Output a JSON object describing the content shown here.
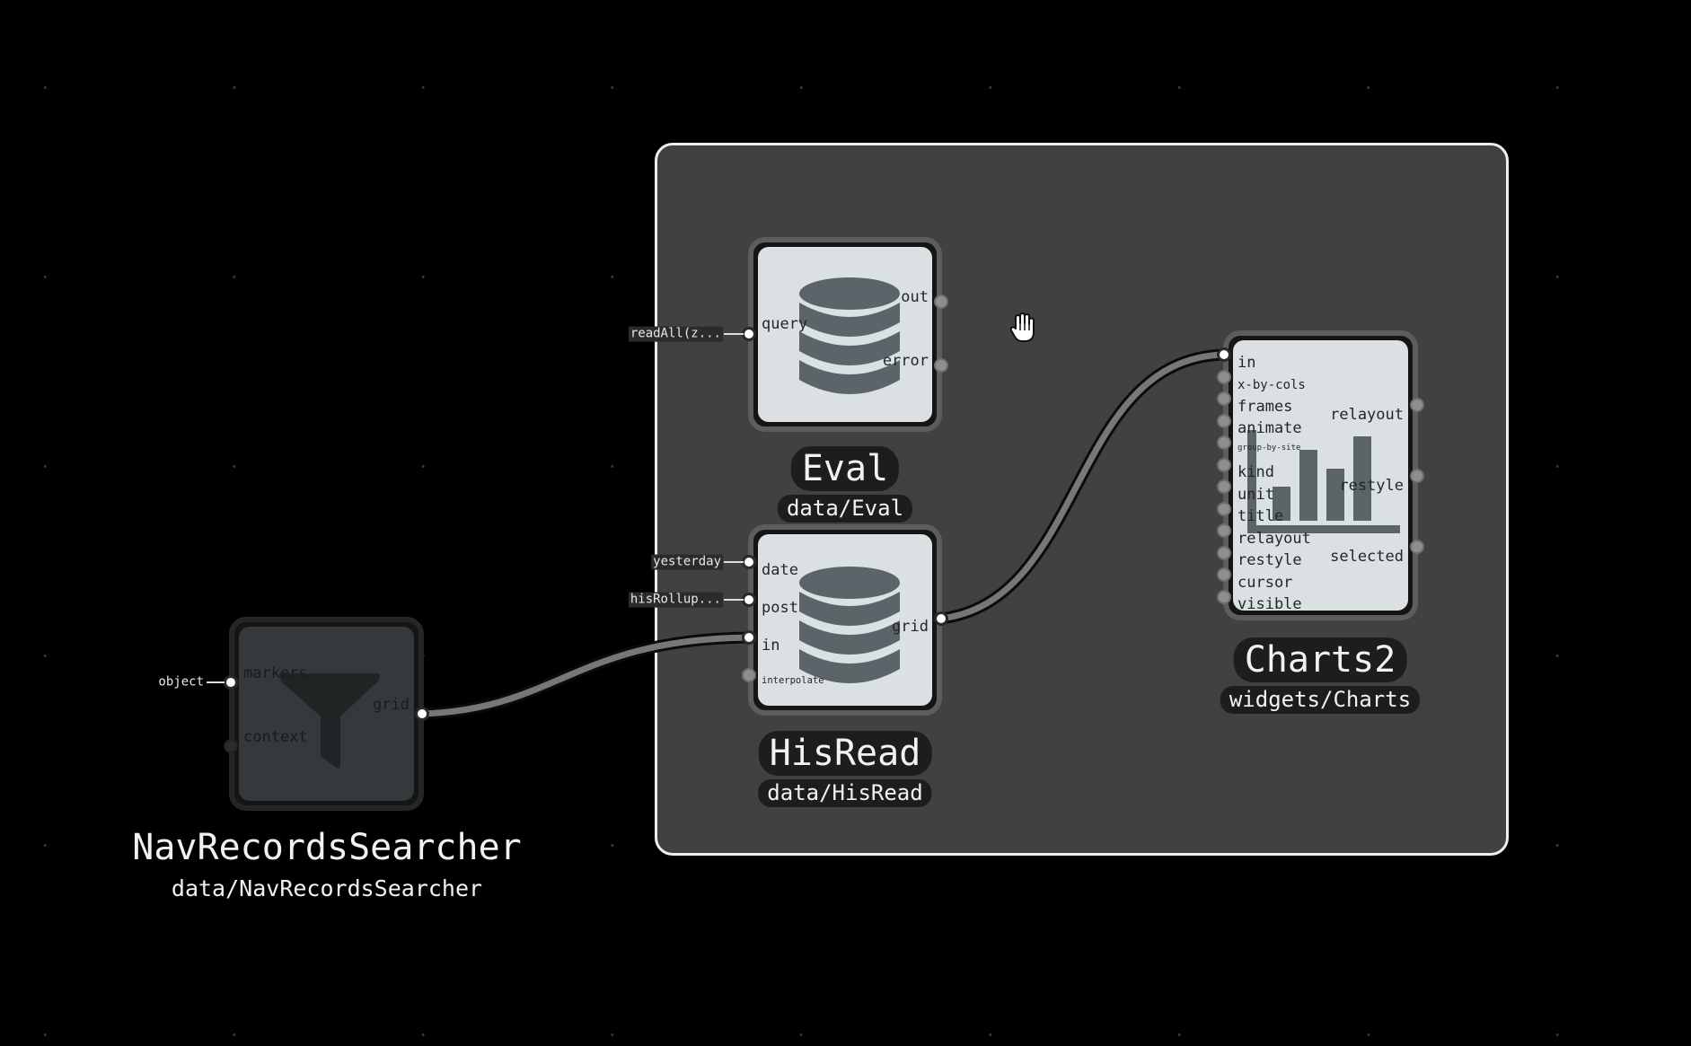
{
  "colors": {
    "canvas": "#000000",
    "group_fill": "#414141",
    "group_border": "#eeeeee",
    "node_body": "#dbe1e3",
    "node_body_disabled": "#343a3b",
    "glyph": "#5b6569",
    "wire": "#6f6f6f",
    "label_pill": "#1d1d1d"
  },
  "nodes": {
    "eval": {
      "title": "Eval",
      "type_path": "data/Eval",
      "icon": "database-icon",
      "inputs": [
        {
          "label": "query",
          "value": "readAll(z..."
        }
      ],
      "outputs": [
        {
          "label": "out"
        },
        {
          "label": "error"
        }
      ]
    },
    "hisread": {
      "title": "HisRead",
      "type_path": "data/HisRead",
      "icon": "database-icon",
      "inputs": [
        {
          "label": "date",
          "value": "yesterday"
        },
        {
          "label": "post",
          "value": "hisRollup..."
        },
        {
          "label": "in"
        },
        {
          "label": "interpolate"
        }
      ],
      "outputs": [
        {
          "label": "grid"
        }
      ]
    },
    "charts2": {
      "title": "Charts2",
      "type_path": "widgets/Charts",
      "icon": "bar-chart-icon",
      "inputs": [
        {
          "label": "in"
        },
        {
          "label": "x-by-cols"
        },
        {
          "label": "frames"
        },
        {
          "label": "animate"
        },
        {
          "label": "group-by-site"
        },
        {
          "label": "kind"
        },
        {
          "label": "unit"
        },
        {
          "label": "title"
        },
        {
          "label": "relayout"
        },
        {
          "label": "restyle"
        },
        {
          "label": "cursor"
        },
        {
          "label": "visible"
        }
      ],
      "outputs": [
        {
          "label": "relayout"
        },
        {
          "label": "restyle"
        },
        {
          "label": "selected"
        }
      ]
    },
    "navsearch": {
      "title": "NavRecordsSearcher",
      "type_path": "data/NavRecordsSearcher",
      "icon": "funnel-icon",
      "inputs": [
        {
          "label": "markers",
          "value": "object"
        },
        {
          "label": "context"
        }
      ],
      "outputs": [
        {
          "label": "grid"
        }
      ]
    }
  }
}
